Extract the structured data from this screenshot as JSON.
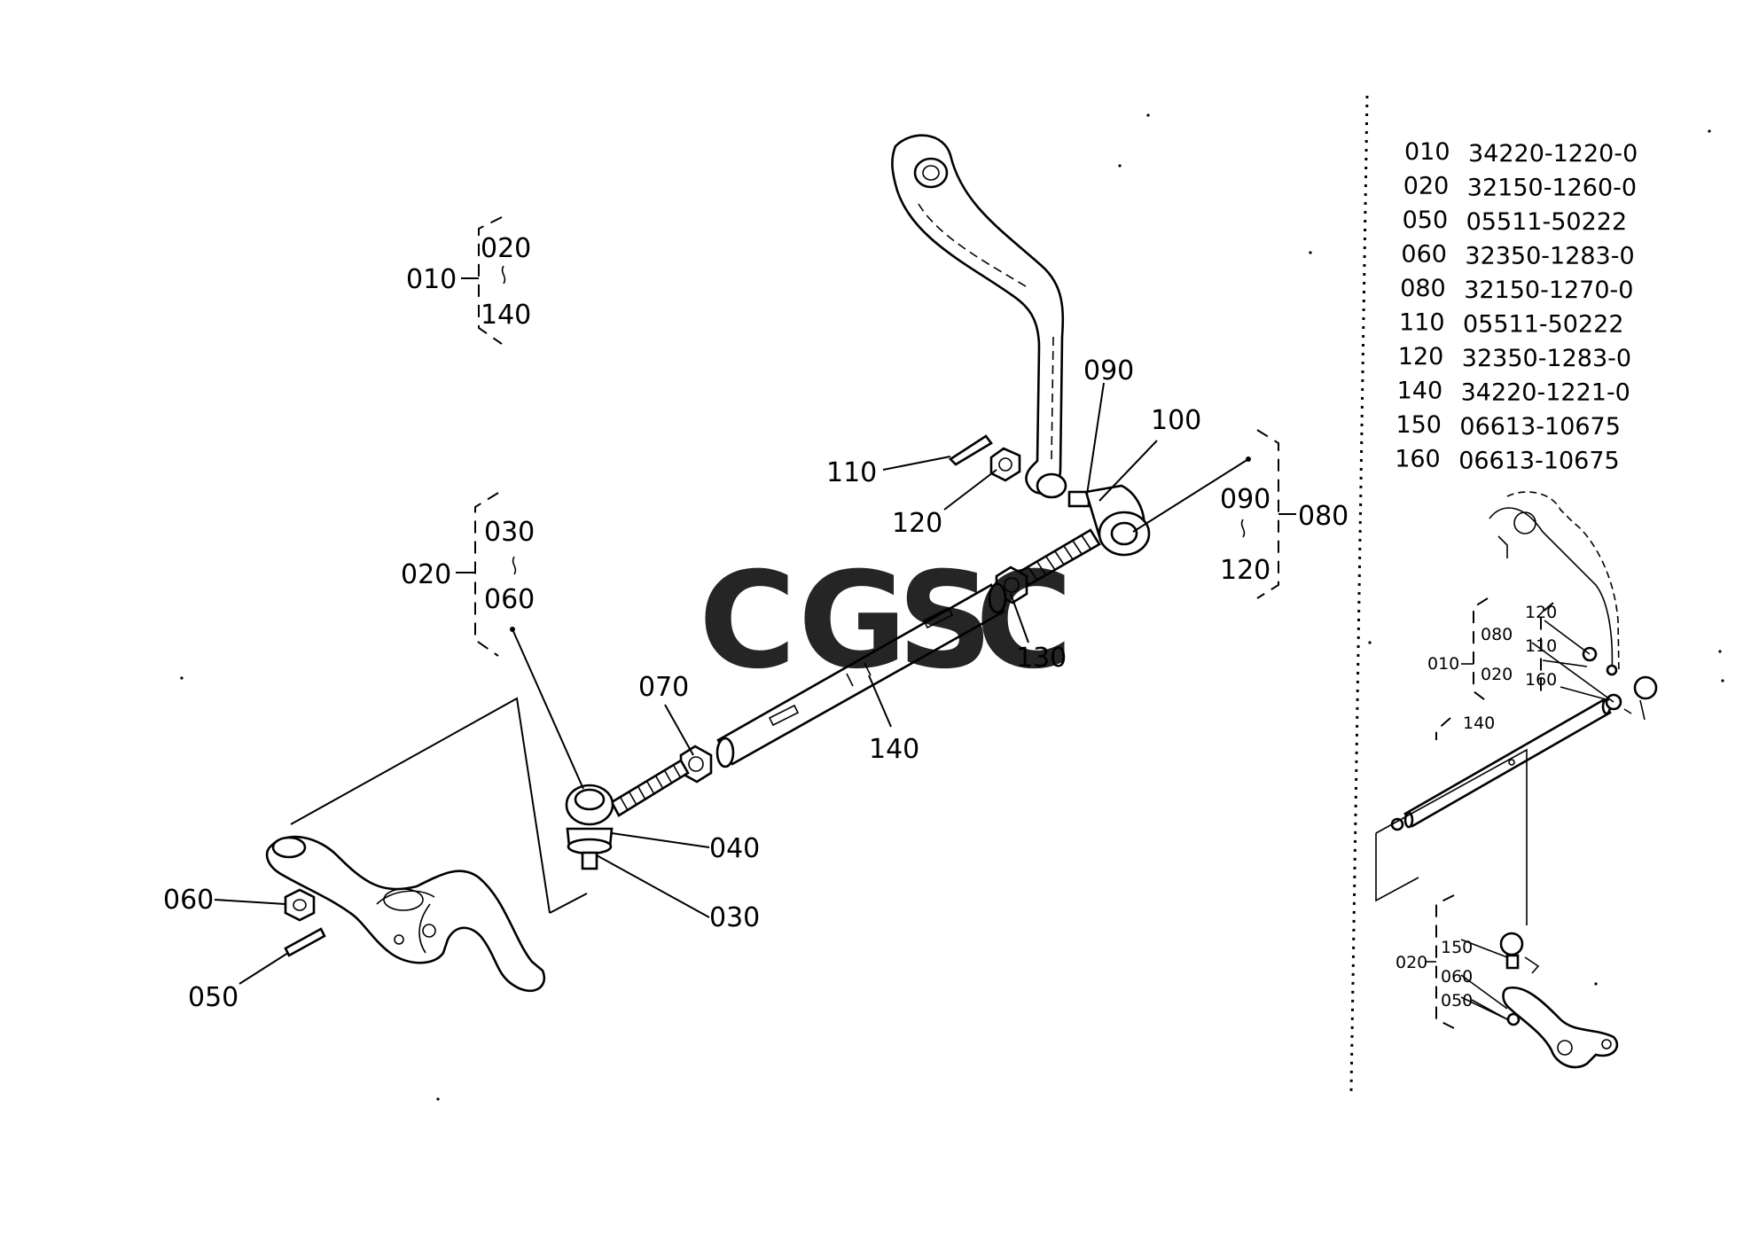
{
  "callouts": {
    "group_010": {
      "code": "010",
      "from": "020",
      "to": "140"
    },
    "group_020": {
      "code": "020",
      "from": "030",
      "to": "060"
    },
    "group_080": {
      "code": "080",
      "from": "090",
      "to": "120"
    },
    "c110": "110",
    "c120": "120",
    "c090": "090",
    "c100": "100",
    "c130": "130",
    "c070": "070",
    "c140": "140",
    "c040": "040",
    "c030": "030",
    "c060": "060",
    "c050": "050"
  },
  "watermark": {
    "letters": [
      "C",
      "G",
      "S",
      "C"
    ],
    "colors": [
      "#4f8fe8",
      "#e8655d",
      "#f2c94c",
      "#4fae72"
    ]
  },
  "parts_list": [
    {
      "ref": "010",
      "part": "34220-1220-0"
    },
    {
      "ref": "020",
      "part": "32150-1260-0"
    },
    {
      "ref": "050",
      "part": "05511-50222"
    },
    {
      "ref": "060",
      "part": "32350-1283-0"
    },
    {
      "ref": "080",
      "part": "32150-1270-0"
    },
    {
      "ref": "110",
      "part": "05511-50222"
    },
    {
      "ref": "120",
      "part": "32350-1283-0"
    },
    {
      "ref": "140",
      "part": "34220-1221-0"
    },
    {
      "ref": "150",
      "part": "06613-10675"
    },
    {
      "ref": "160",
      "part": "06613-10675"
    }
  ],
  "mini": {
    "l120": "120",
    "l080": "080",
    "l110": "110",
    "l010": "010",
    "l020a": "020",
    "l160": "160",
    "l140": "140",
    "l150": "150",
    "l060": "060",
    "l050": "050",
    "l020b": "020"
  }
}
